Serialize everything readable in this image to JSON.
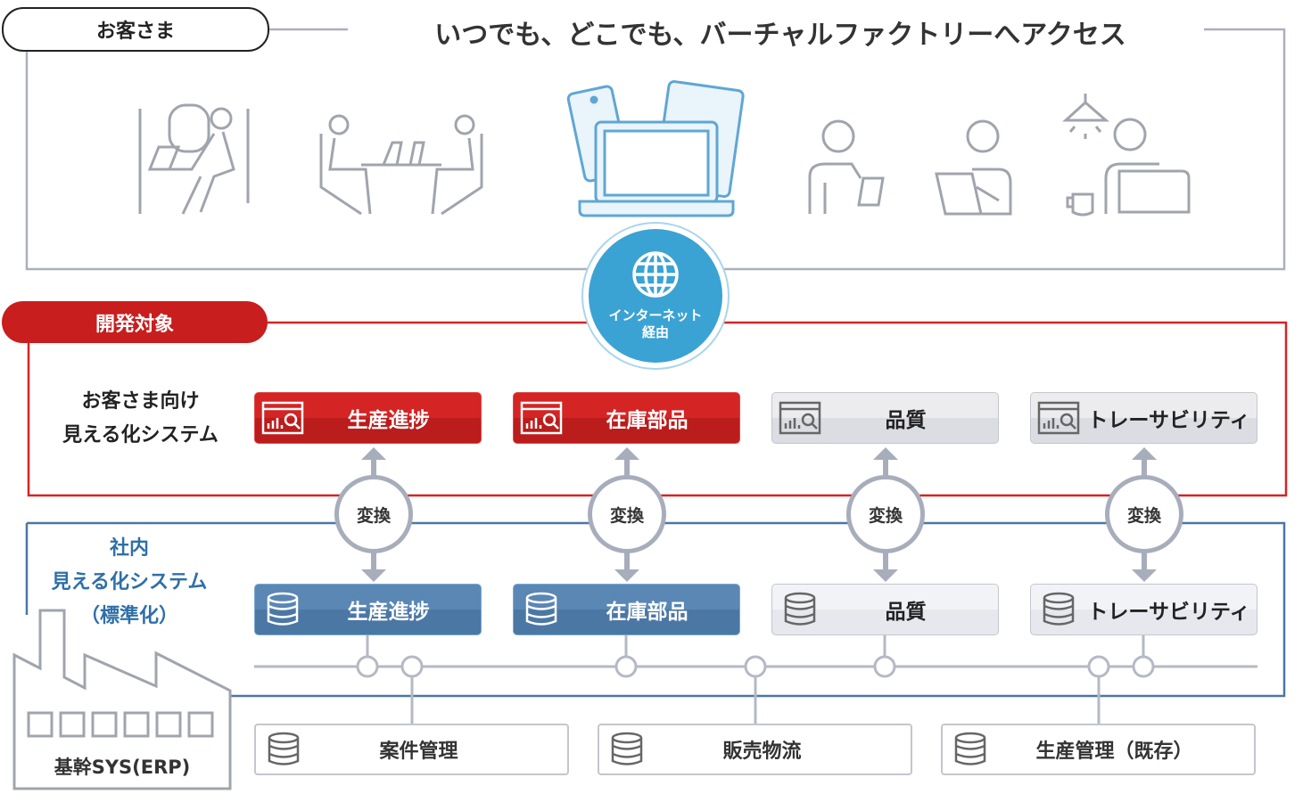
{
  "customer_label": "お客さま",
  "headline": "いつでも、どこでも、バーチャルファクトリーへアクセス",
  "internet": {
    "line1": "インターネット",
    "line2": "経由"
  },
  "dev_target_label": "開発対象",
  "customer_system": {
    "line1": "お客さま向け",
    "line2": "見える化システム"
  },
  "internal_system": {
    "line1": "社内",
    "line2": "見える化システム",
    "line3": "（標準化）"
  },
  "customer_boxes": [
    "生産進捗",
    "在庫部品",
    "品質",
    "トレーサビリティ"
  ],
  "internal_boxes": [
    "生産進捗",
    "在庫部品",
    "品質",
    "トレーサビリティ"
  ],
  "convert_label": "変換",
  "core_systems": [
    "案件管理",
    "販売物流",
    "生産管理（既存）"
  ],
  "erp_label": "基幹SYS(ERP)",
  "colors": {
    "red": "#c81e1e",
    "blue": "#4b77a5",
    "internet": "#3ba3d3",
    "gray": "#a7adbb"
  }
}
